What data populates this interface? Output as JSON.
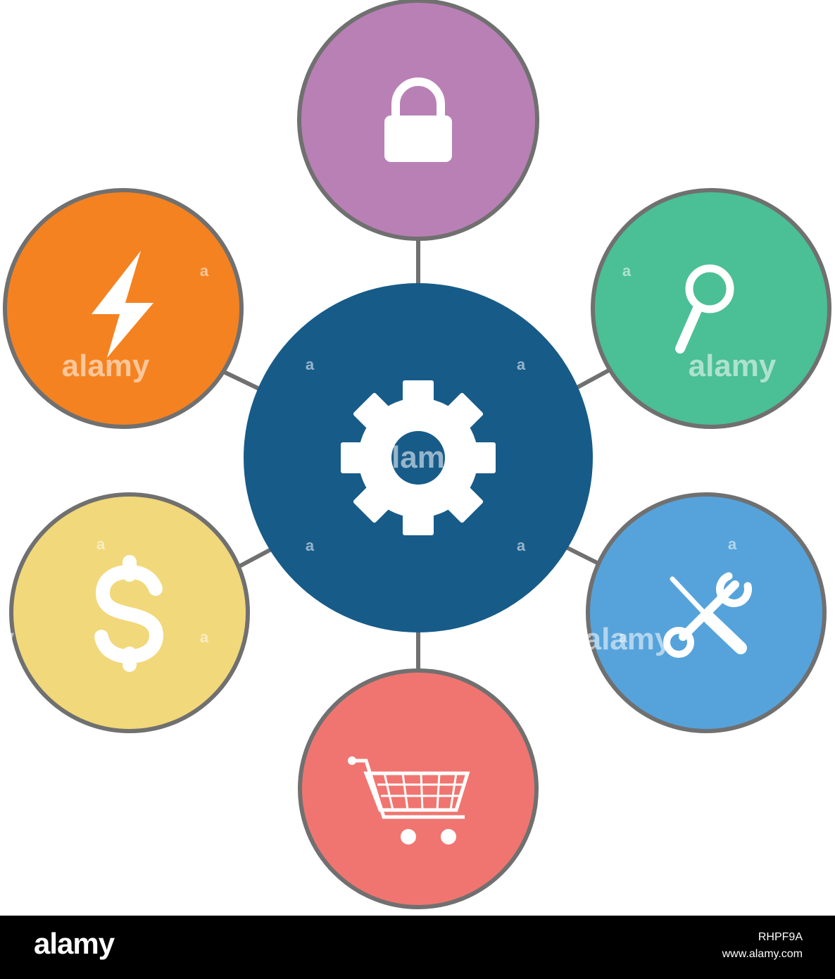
{
  "diagram": {
    "center": {
      "fill": "#175b89",
      "icon": "gear-icon",
      "watermark": "lam"
    },
    "nodes": [
      {
        "id": "top",
        "fill": "#b980b6",
        "icon": "lock-icon"
      },
      {
        "id": "left-upper",
        "fill": "#f58220",
        "icon": "lightning-icon",
        "watermark": "alamy"
      },
      {
        "id": "right-upper",
        "fill": "#4bbf96",
        "icon": "magnifier-icon",
        "watermark": "alamy"
      },
      {
        "id": "left-lower",
        "fill": "#f1d87a",
        "icon": "dollar-icon",
        "watermark": "y"
      },
      {
        "id": "right-lower",
        "fill": "#56a3db",
        "icon": "tools-icon",
        "watermark": "alamy"
      },
      {
        "id": "bottom",
        "fill": "#f07570",
        "icon": "cart-icon"
      }
    ],
    "ring_color": "#707070",
    "connector_color": "#707070",
    "watermark_letter": "a"
  },
  "footer": {
    "logo": "alamy",
    "image_id": "RHPF9A",
    "url": "www.alamy.com"
  }
}
